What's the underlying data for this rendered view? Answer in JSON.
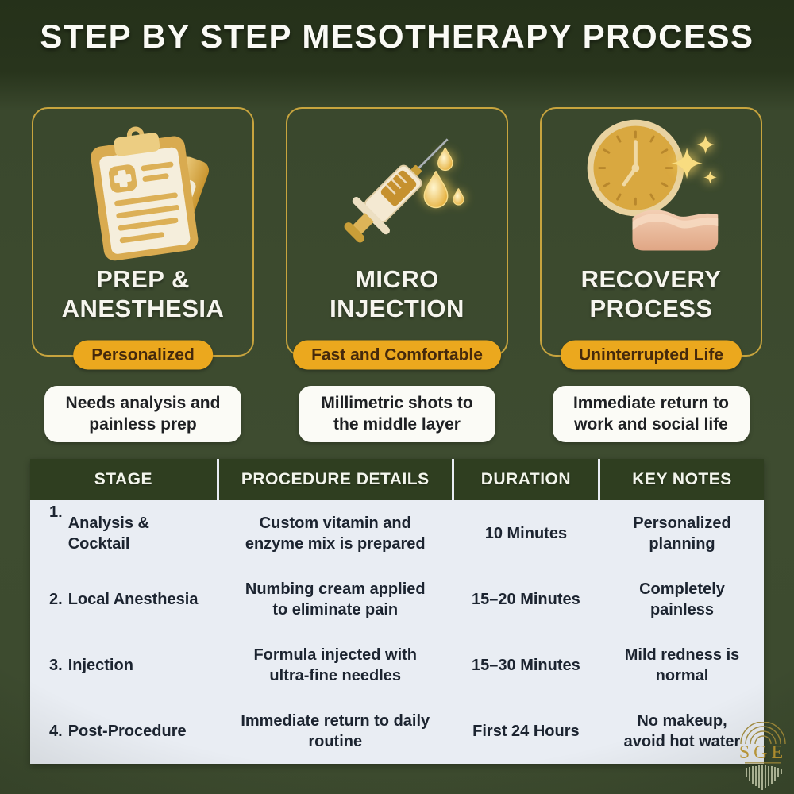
{
  "title": "STEP BY STEP MESOTHERAPY PROCESS",
  "cards": [
    {
      "icon": "clipboard-cream-tube-icon",
      "title_line1": "PREP &",
      "title_line2": "ANESTHESIA",
      "badge": "Personalized",
      "note": "Needs analysis and painless prep"
    },
    {
      "icon": "syringe-droplets-icon",
      "title_line1": "MICRO",
      "title_line2": "INJECTION",
      "badge": "Fast and Comfortable",
      "note": "Millimetric shots to the middle layer"
    },
    {
      "icon": "clock-sparkles-skin-icon",
      "title_line1": "RECOVERY",
      "title_line2": "PROCESS",
      "badge": "Uninterrupted Life",
      "note": "Immediate return to work and social life"
    }
  ],
  "table": {
    "headers": [
      "STAGE",
      "PROCEDURE DETAILS",
      "DURATION",
      "KEY NOTES"
    ],
    "rows": [
      {
        "stage_num": "1.",
        "stage_line1": "Analysis &",
        "stage_line2": "Cocktail",
        "details": "Custom vitamin and enzyme mix is prepared",
        "duration": "10 Minutes",
        "notes": "Personalized planning"
      },
      {
        "stage_num": "2.",
        "stage_line1": "Local Anesthesia",
        "stage_line2": "",
        "details": "Numbing cream applied to eliminate pain",
        "duration": "15–20 Minutes",
        "notes": "Completely painless"
      },
      {
        "stage_num": "3.",
        "stage_line1": "Injection",
        "stage_line2": "",
        "details": "Formula injected with ultra-fine needles",
        "duration": "15–30 Minutes",
        "notes": "Mild redness is normal"
      },
      {
        "stage_num": "4.",
        "stage_line1": "Post-Procedure",
        "stage_line2": "",
        "details": "Immediate return to daily routine",
        "duration": "First 24 Hours",
        "notes": "No makeup, avoid hot water"
      }
    ]
  },
  "watermark": {
    "text": "SGE"
  },
  "colors": {
    "background_top": "#27331b",
    "background_main": "#3d4b2f",
    "header_green": "#2f3e20",
    "gold_border": "#c7a43e",
    "badge_gold": "#eba81e",
    "badge_text": "#45290c",
    "note_box": "#fbfbf6",
    "row_dark": "#aeb8c7",
    "row_light": "#ccd6e2",
    "cell_text": "#1c2430",
    "title_text": "#fafaf5"
  }
}
